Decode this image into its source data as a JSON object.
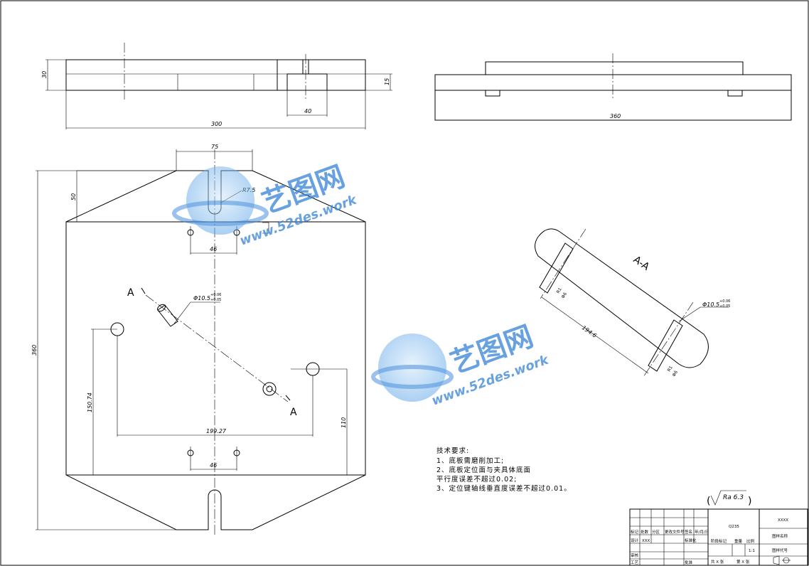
{
  "dims": {
    "top_thickness": "30",
    "top_slot": "15",
    "top_width_40": "40",
    "top_len_300": "300",
    "right_len_360": "360",
    "plan_top_75": "75",
    "plan_50": "50",
    "plan_height_360": "360",
    "radius": "R7.5",
    "pin_spacing_top": "46",
    "pin_spacing_bottom": "46",
    "hole_tol": "Φ10.5",
    "hole_tol_up": "+0.06",
    "hole_tol_low": "+0.05",
    "dist_150": "150.74",
    "dist_199": "199.27",
    "dist_110": "110",
    "section_hole_tol": "Φ10.5",
    "section_tol_up": "+0.06",
    "section_tol_low": "+0.05",
    "section_len": "194.6",
    "section_small_top": "R1",
    "section_small_top2": "Φ6",
    "section_small_bot": "R1",
    "section_small_bot2": "Φ6"
  },
  "section": {
    "marker": "A",
    "marker2": "A",
    "title": "A-A"
  },
  "notes": {
    "heading": "技术要求:",
    "line1": "1、底板需磨削加工;",
    "line2": "2、底板定位面与夹具体底面",
    "line3": "平行度误差不超过0.02;",
    "line4": "3、定位键轴线垂直度误差不超过0.01。"
  },
  "roughness": {
    "symbol": "Ra 6.3"
  },
  "title_block": {
    "material": "Q235",
    "company": "XXXX",
    "drawing_name": "图样名称",
    "drawing_code": "图样代号",
    "scale_label": "比例",
    "scale": "1:1",
    "weight_label": "重量",
    "stage_label": "阶段标记",
    "design_label": "设计",
    "design_name": "XXX",
    "standard_label": "标准化",
    "review_label": "审核",
    "process_label": "工艺",
    "approve_label": "批准",
    "sheets_total": "共 X 张",
    "sheet_no": "第 X 张",
    "mark_label": "标记",
    "count_label": "处数",
    "zone_label": "分区",
    "doc_label": "更改文件号",
    "sign_label": "签名",
    "date_label": "年/月/日"
  },
  "watermark": {
    "brand": "艺图网",
    "url": "www.52des.work"
  }
}
